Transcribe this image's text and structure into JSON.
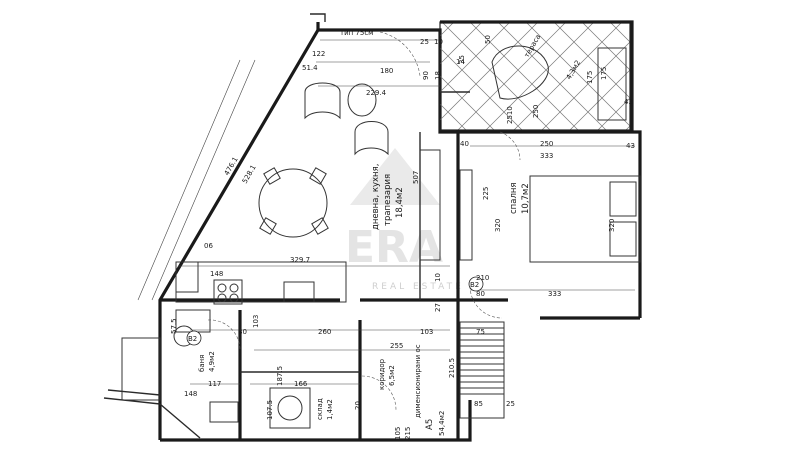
{
  "watermark": {
    "brand": "ERA",
    "sub": "REAL ESTATE"
  },
  "labels": {
    "top_note": "тип 75см",
    "kitchen_room": "дневна, кухня,",
    "kitchen_room2": "трапезария",
    "kitchen_area": "18,4м2",
    "bedroom": "спалня",
    "bedroom_area": "10,7м2",
    "terrace": "тераса",
    "terrace_area": "4,3м2",
    "bath": "баня",
    "bath_area": "4,9м2",
    "hall": "коридор",
    "hall_area": "6,5м2",
    "wc": "склад",
    "wc_area": "1,4м2",
    "apt_no": "A5",
    "apt_area": "54,4м2",
    "stairs": "дименсионирани ос",
    "door_tag": "B2"
  },
  "dimensions": {
    "d122": "122",
    "d51": "51.4",
    "d180": "180",
    "d2294": "229.4",
    "d25a": "25",
    "d10a": "10",
    "d90a": "90",
    "d18": "18",
    "d35": "35",
    "d50a": "50",
    "d14": "14",
    "d175a": "175",
    "d175b": "175",
    "d43a": "43",
    "d250a": "250",
    "d43b": "43",
    "d2510": "2510",
    "d333a": "333",
    "d40": "40",
    "d250b": "250",
    "d4761": "476.1",
    "d5281": "528.1",
    "d507": "507",
    "d225": "225",
    "d320a": "320",
    "d320b": "320",
    "d3297": "329.7",
    "d148a": "148",
    "d06": "06",
    "d210": "210",
    "d80a": "80",
    "d333b": "333",
    "d27": "27",
    "d10b": "10",
    "d260": "260",
    "d103": "103",
    "d75": "75",
    "d255": "255",
    "d80b": "80",
    "d117": "117",
    "d166": "166",
    "d1075": "107.5",
    "d1875": "187.5",
    "d148b": "148",
    "d85": "85",
    "d25b": "25",
    "d2105": "210.5",
    "d103b": "103",
    "d20": "20",
    "d57": "57.5",
    "d215": "215",
    "d105": "105"
  }
}
